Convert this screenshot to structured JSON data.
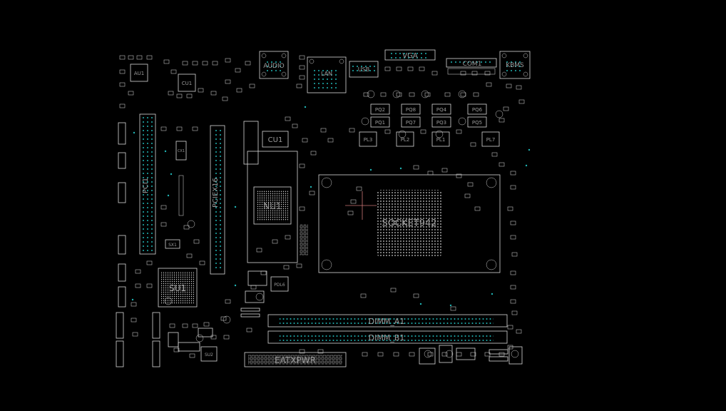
{
  "colors": {
    "background": "#000000",
    "outline": "#d8d8d8",
    "label": "#9a9a9a",
    "via": "#1fb3b3",
    "accent": "#c77"
  },
  "connectors": {
    "vga": "VGA",
    "com1": "COM1",
    "audio": "AUDIO",
    "kbms": "KBMS",
    "usb": "USB",
    "lan": "LAN",
    "eatxpwr": "EATXPWR"
  },
  "slots": {
    "pci1": "PCI1",
    "pciex16": "PCIEX16",
    "dimm_a1": "DIMM_A1",
    "dimm_b1": "DIMM_B1"
  },
  "chips": {
    "socket": "SOCKET942",
    "northbridge": "NU1",
    "southbridge": "SU1",
    "au1": "AU1",
    "cu1_small": "CU1",
    "cu1_large": "CU1",
    "su2": "SU2",
    "sx1": "SX1",
    "cx1": "CX1"
  },
  "components": {
    "pq": [
      "PQ2",
      "PQ8",
      "PQ4",
      "PQ6",
      "PQ1",
      "PQ7",
      "PQ3",
      "PQ5"
    ],
    "pl": [
      "PL3",
      "PL2",
      "PL1",
      "PL7"
    ],
    "pdl6": "PDL6"
  }
}
